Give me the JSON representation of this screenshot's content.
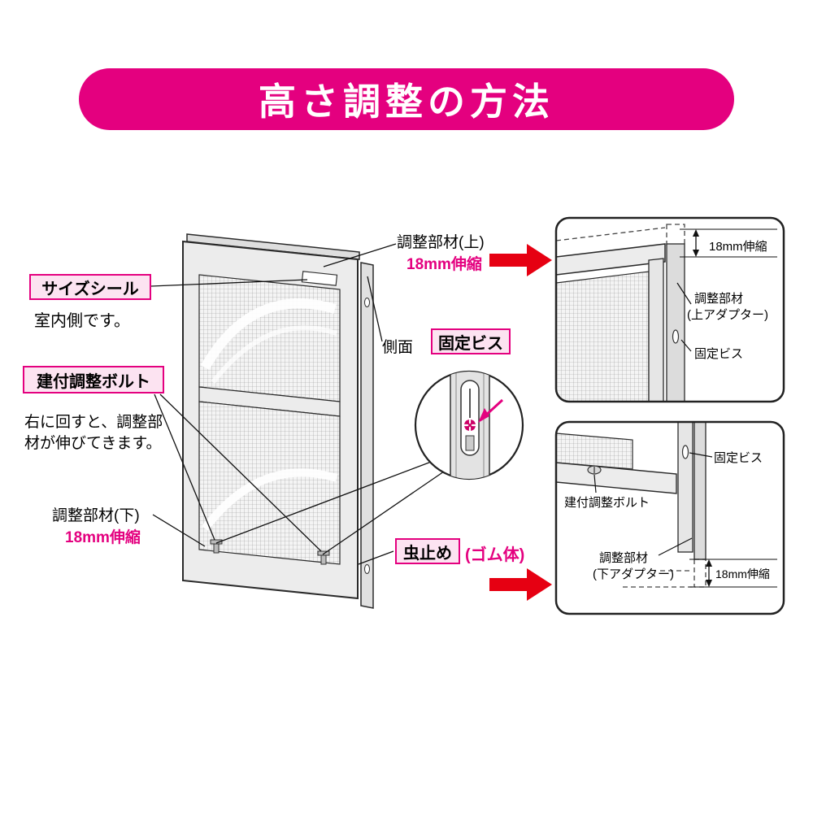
{
  "title": "高さ調整の方法",
  "colors": {
    "banner": "#E4007F",
    "accent_magenta": "#E4007F",
    "arrow_red": "#E60012",
    "label_pink_bg": "#FCE3F1"
  },
  "main": {
    "size_seal": "サイズシール",
    "size_seal_note": "室内側です。",
    "adjust_bolt": "建付調整ボルト",
    "adjust_bolt_note_line1": "右に回すと、調整部",
    "adjust_bolt_note_line2": "材が伸びてきます。",
    "part_lower": "調整部材(下)",
    "part_lower_mm": "18mm伸縮",
    "part_upper": "調整部材(上)",
    "part_upper_mm": "18mm伸縮",
    "side_face": "側面",
    "fixing_screw": "固定ビス",
    "bug_stopper": "虫止め",
    "bug_stopper_note": "(ゴム体)"
  },
  "panel_top": {
    "mm": "18mm伸縮",
    "part_line1": "調整部材",
    "part_line2": "(上アダプター)",
    "screw": "固定ビス"
  },
  "panel_bottom": {
    "screw": "固定ビス",
    "bolt": "建付調整ボルト",
    "part_line1": "調整部材",
    "part_line2": "(下アダプター)",
    "mm": "18mm伸縮"
  }
}
